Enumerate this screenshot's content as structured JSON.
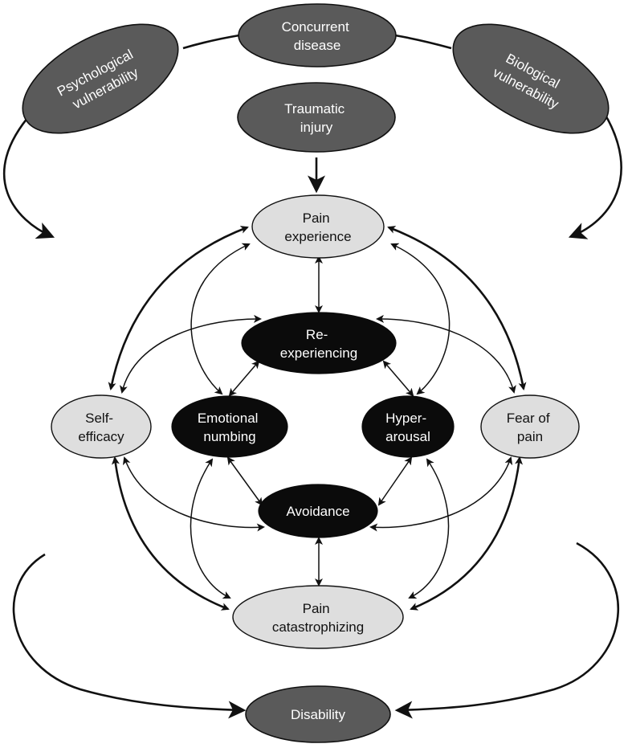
{
  "nodes": {
    "concurrent_disease": [
      "Concurrent",
      "disease"
    ],
    "psychological_vulnerability": [
      "Psychological",
      "vulnerability"
    ],
    "biological_vulnerability": [
      "Biological",
      "vulnerability"
    ],
    "traumatic_injury": [
      "Traumatic",
      "injury"
    ],
    "pain_experience": [
      "Pain",
      "experience"
    ],
    "re_experiencing": [
      "Re-",
      "experiencing"
    ],
    "self_efficacy": [
      "Self-",
      "efficacy"
    ],
    "emotional_numbing": [
      "Emotional",
      "numbing"
    ],
    "hyper_arousal": [
      "Hyper-",
      "arousal"
    ],
    "fear_of_pain": [
      "Fear of",
      "pain"
    ],
    "avoidance": [
      "Avoidance"
    ],
    "pain_catastrophizing": [
      "Pain",
      "catastrophizing"
    ],
    "disability": [
      "Disability"
    ]
  },
  "colors": {
    "vulnerability_fill": "#5a5a5a",
    "ptsd_symptom_fill": "#0b0b0b",
    "pain_factor_fill": "#dedede",
    "line": "#111111"
  }
}
